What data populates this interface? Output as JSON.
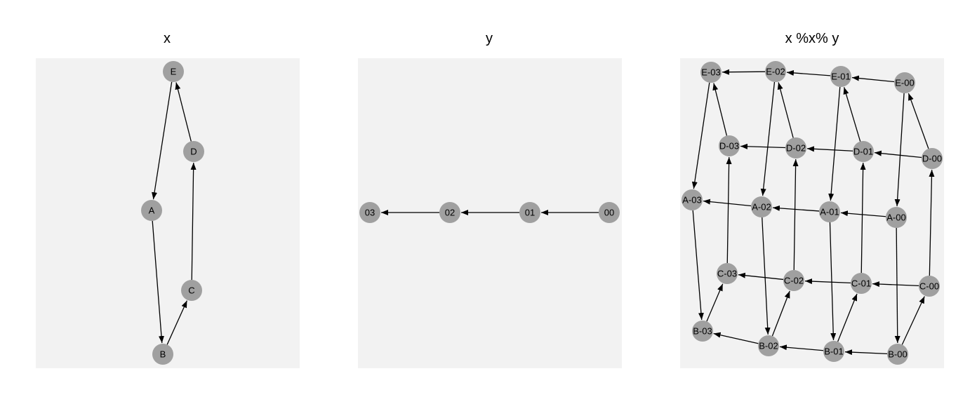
{
  "colors": {
    "panel_bg": "#f2f2f2",
    "node_fill": "#a0a0a0",
    "edge": "#000000"
  },
  "panels": [
    {
      "title": "x",
      "nodes": [
        "E",
        "D",
        "A",
        "C",
        "B"
      ],
      "edges": [
        [
          "E",
          "A"
        ],
        [
          "A",
          "B"
        ],
        [
          "B",
          "C"
        ],
        [
          "C",
          "D"
        ],
        [
          "D",
          "E"
        ]
      ]
    },
    {
      "title": "y",
      "nodes": [
        "03",
        "02",
        "01",
        "00"
      ],
      "edges": [
        [
          "00",
          "01"
        ],
        [
          "01",
          "02"
        ],
        [
          "02",
          "03"
        ]
      ]
    },
    {
      "title": "x %x% y",
      "nodes": [
        "E-03",
        "E-02",
        "E-01",
        "E-00",
        "D-03",
        "D-02",
        "D-01",
        "D-00",
        "A-03",
        "A-02",
        "A-01",
        "A-00",
        "C-03",
        "C-02",
        "C-01",
        "C-00",
        "B-03",
        "B-02",
        "B-01",
        "B-00"
      ],
      "edges": [
        [
          "E-02",
          "E-03"
        ],
        [
          "E-01",
          "E-02"
        ],
        [
          "E-00",
          "E-01"
        ],
        [
          "D-02",
          "D-03"
        ],
        [
          "D-01",
          "D-02"
        ],
        [
          "D-00",
          "D-01"
        ],
        [
          "A-02",
          "A-03"
        ],
        [
          "A-01",
          "A-02"
        ],
        [
          "A-00",
          "A-01"
        ],
        [
          "C-02",
          "C-03"
        ],
        [
          "C-01",
          "C-02"
        ],
        [
          "C-00",
          "C-01"
        ],
        [
          "B-02",
          "B-03"
        ],
        [
          "B-01",
          "B-02"
        ],
        [
          "B-00",
          "B-01"
        ],
        [
          "E-03",
          "A-03"
        ],
        [
          "A-03",
          "B-03"
        ],
        [
          "B-03",
          "C-03"
        ],
        [
          "C-03",
          "D-03"
        ],
        [
          "D-03",
          "E-03"
        ],
        [
          "E-02",
          "A-02"
        ],
        [
          "A-02",
          "B-02"
        ],
        [
          "B-02",
          "C-02"
        ],
        [
          "C-02",
          "D-02"
        ],
        [
          "D-02",
          "E-02"
        ],
        [
          "E-01",
          "A-01"
        ],
        [
          "A-01",
          "B-01"
        ],
        [
          "B-01",
          "C-01"
        ],
        [
          "C-01",
          "D-01"
        ],
        [
          "D-01",
          "E-01"
        ],
        [
          "E-00",
          "A-00"
        ],
        [
          "A-00",
          "B-00"
        ],
        [
          "B-00",
          "C-00"
        ],
        [
          "C-00",
          "D-00"
        ],
        [
          "D-00",
          "E-00"
        ]
      ]
    }
  ]
}
